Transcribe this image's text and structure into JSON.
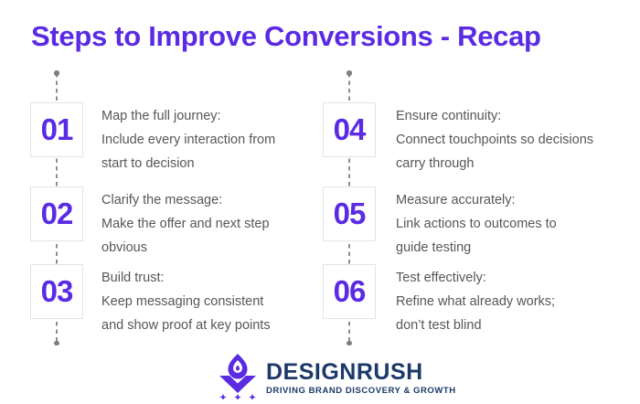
{
  "title": "Steps to Improve Conversions - Recap",
  "colors": {
    "accent_purple": "#5A2BE3",
    "body_text_gray": "#57575b",
    "dash_gray": "#8d8d8d",
    "box_border": "#e4e4e6",
    "logo_navy": "#1C3968"
  },
  "steps": [
    {
      "number": "01",
      "heading": "Map the full journey:",
      "body": "Include every interaction from\nstart to decision"
    },
    {
      "number": "02",
      "heading": "Clarify the message:",
      "body": "Make the offer and next step\nobvious"
    },
    {
      "number": "03",
      "heading": "Build trust:",
      "body": "Keep messaging consistent\nand show proof at key points"
    },
    {
      "number": "04",
      "heading": "Ensure continuity:",
      "body": "Connect touchpoints so decisions\ncarry through"
    },
    {
      "number": "05",
      "heading": "Measure accurately:",
      "body": "Link actions to outcomes to\nguide testing"
    },
    {
      "number": "06",
      "heading": "Test effectively:",
      "body": "Refine what already works;\ndon’t test blind"
    }
  ],
  "logo": {
    "name": "DESIGNRUSH",
    "tagline": "DRIVING BRAND DISCOVERY & GROWTH",
    "icon": "torch-flame-logo-icon"
  }
}
